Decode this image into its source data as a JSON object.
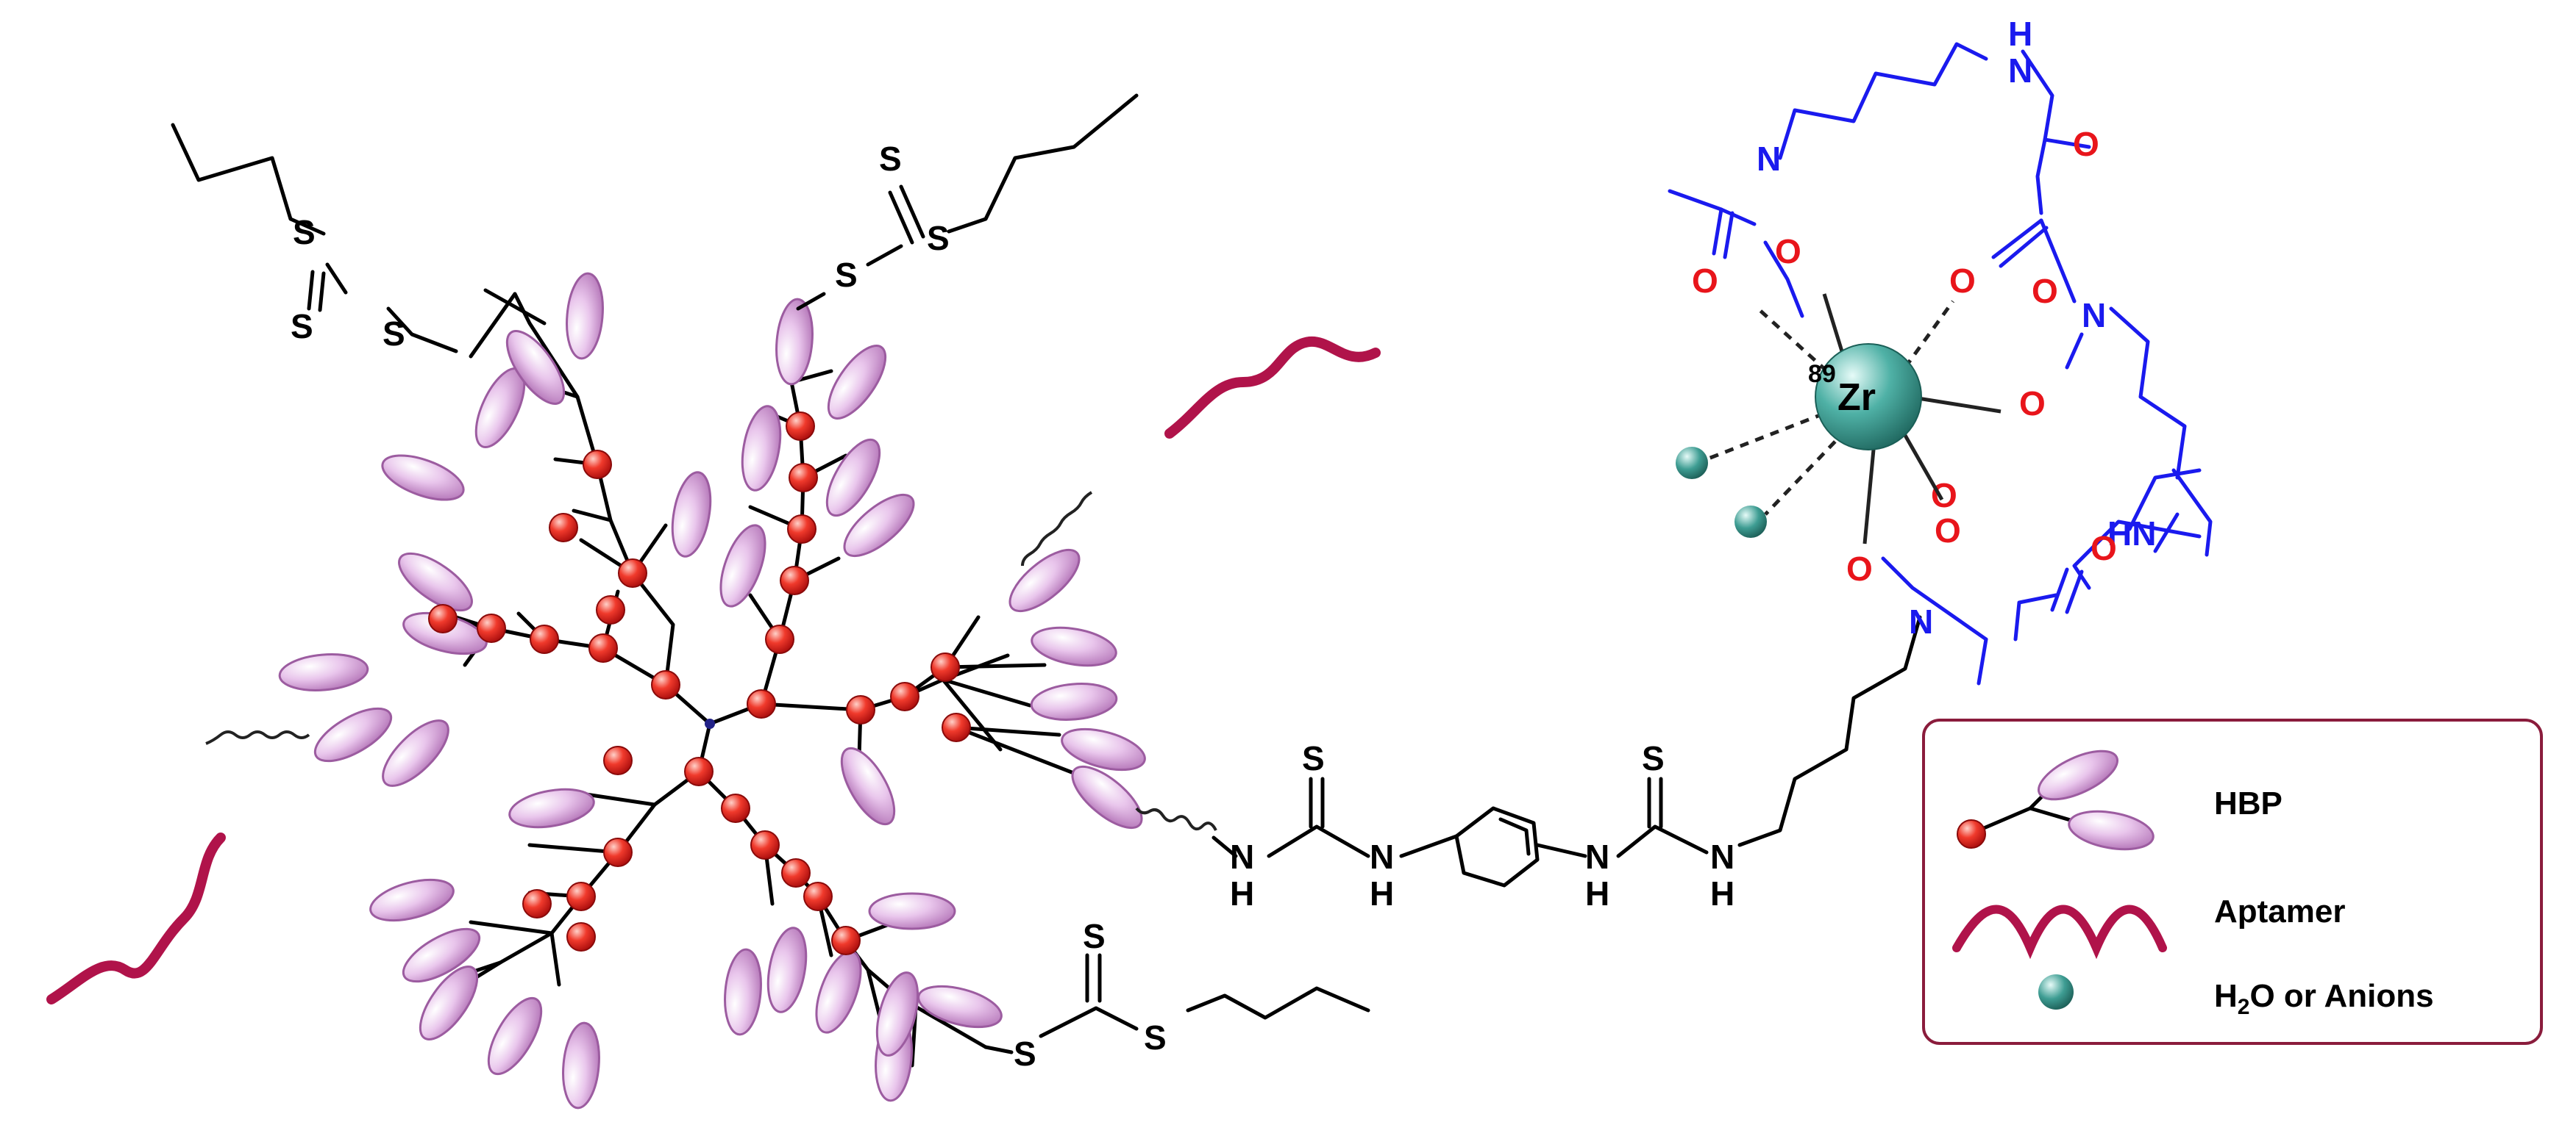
{
  "atoms": {
    "S": "S",
    "O": "O",
    "N": "N",
    "H": "H",
    "HN": "HN",
    "Zr_mass": "89",
    "Zr": "Zr"
  },
  "legend": {
    "hbp_label": "HBP",
    "aptamer_label": "Aptamer",
    "water_label_h": "H",
    "water_label_sub": "2",
    "water_label_rest": "O or Anions"
  },
  "colors": {
    "ellipse_fill": "#e2b6e6",
    "ellipse_stroke": "#a85aa8",
    "node_fill": "#ee2a22",
    "aptamer": "#b0134a",
    "water_ball": "#2e8f86",
    "zr_ball": "#2a8a7e",
    "blue_chain": "#1a1aee",
    "red_oxygen": "#e8151b",
    "legend_border": "#8a1c3c"
  }
}
